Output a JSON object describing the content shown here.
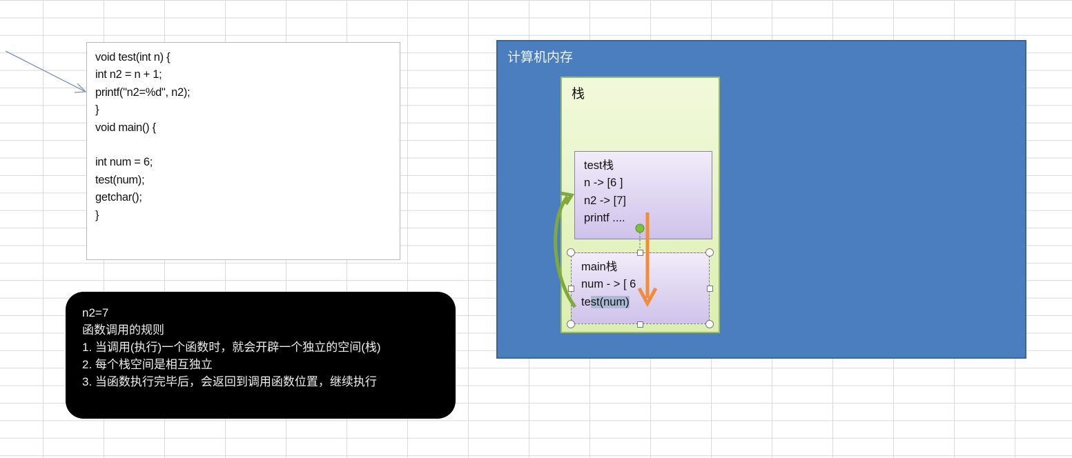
{
  "code": {
    "lines": [
      "void test(int n) {",
      "int n2 = n + 1;",
      "printf(\"n2=%d\", n2);",
      "}",
      "void main() {",
      "",
      "int num = 6;",
      "test(num);",
      "getchar();",
      "}"
    ]
  },
  "rules": {
    "lines": [
      "n2=7",
      "函数调用的规则",
      "1. 当调用(执行)一个函数时，就会开辟一个独立的空间(栈)",
      "2. 每个栈空间是相互独立",
      "3. 当函数执行完毕后，会返回到调用函数位置，继续执行"
    ]
  },
  "memory": {
    "title": "计算机内存",
    "stack": {
      "title": "栈",
      "test_frame": {
        "lines": [
          "test栈",
          "n -> [6 ]",
          "n2 -> [7]",
          "printf ...."
        ]
      },
      "main_frame": {
        "title": "main栈",
        "num": "num - > [ 6",
        "call_prefix": "te",
        "call_selected": "st(num)"
      }
    }
  },
  "colors": {
    "memory_bg": "#4a7ebf",
    "stack_bg": "#e6f3c6",
    "frame_bg": "#ddd3f0",
    "return_arrow": "#f08c3c",
    "call_arrow": "#7fa83e",
    "rules_bg": "#000000"
  }
}
